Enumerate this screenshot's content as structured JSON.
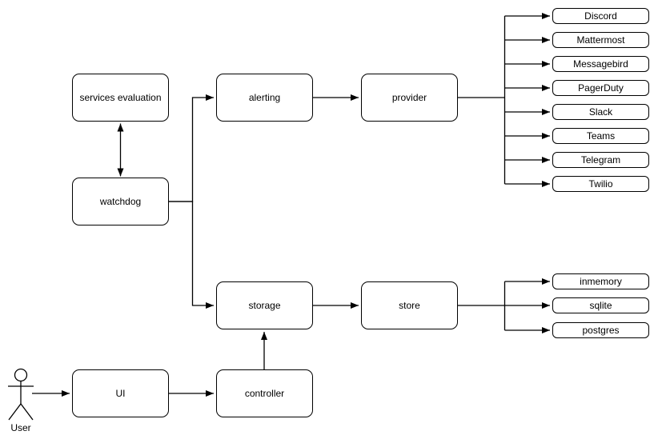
{
  "diagram": {
    "background_color": "#ffffff",
    "stroke_color": "#000000",
    "node_fill_color": "#ffffff",
    "text_color": "#000000",
    "nodes": {
      "services_evaluation": {
        "label": "services evaluation"
      },
      "watchdog": {
        "label": "watchdog"
      },
      "alerting": {
        "label": "alerting"
      },
      "provider": {
        "label": "provider"
      },
      "storage": {
        "label": "storage"
      },
      "store": {
        "label": "store"
      },
      "ui": {
        "label": "UI"
      },
      "controller": {
        "label": "controller"
      }
    },
    "actor": {
      "label": "User"
    },
    "provider_targets": [
      "Discord",
      "Mattermost",
      "Messagebird",
      "PagerDuty",
      "Slack",
      "Teams",
      "Telegram",
      "Twilio"
    ],
    "store_targets": [
      "inmemory",
      "sqlite",
      "postgres"
    ],
    "edges": [
      {
        "from": "User",
        "to": "UI",
        "type": "arrow"
      },
      {
        "from": "UI",
        "to": "controller",
        "type": "arrow"
      },
      {
        "from": "controller",
        "to": "storage",
        "type": "arrow"
      },
      {
        "from": "services evaluation",
        "to": "watchdog",
        "type": "double-arrow"
      },
      {
        "from": "watchdog",
        "to": "alerting",
        "type": "arrow"
      },
      {
        "from": "watchdog",
        "to": "storage",
        "type": "arrow"
      },
      {
        "from": "alerting",
        "to": "provider",
        "type": "arrow"
      },
      {
        "from": "provider",
        "to": "Discord",
        "type": "arrow"
      },
      {
        "from": "provider",
        "to": "Mattermost",
        "type": "arrow"
      },
      {
        "from": "provider",
        "to": "Messagebird",
        "type": "arrow"
      },
      {
        "from": "provider",
        "to": "PagerDuty",
        "type": "arrow"
      },
      {
        "from": "provider",
        "to": "Slack",
        "type": "arrow"
      },
      {
        "from": "provider",
        "to": "Teams",
        "type": "arrow"
      },
      {
        "from": "provider",
        "to": "Telegram",
        "type": "arrow"
      },
      {
        "from": "provider",
        "to": "Twilio",
        "type": "arrow"
      },
      {
        "from": "storage",
        "to": "store",
        "type": "arrow"
      },
      {
        "from": "store",
        "to": "inmemory",
        "type": "arrow"
      },
      {
        "from": "store",
        "to": "sqlite",
        "type": "arrow"
      },
      {
        "from": "store",
        "to": "postgres",
        "type": "arrow"
      }
    ]
  }
}
